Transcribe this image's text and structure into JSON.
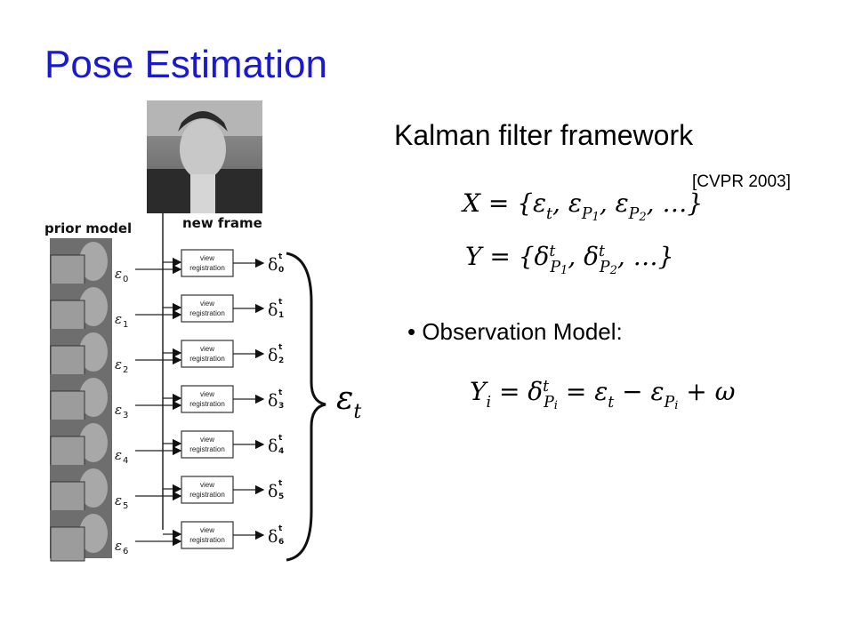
{
  "slide": {
    "title": "Pose Estimation",
    "subtitle": "Kalman filter framework",
    "citation": "[CVPR 2003]",
    "bullet": "• Observation Model:"
  },
  "diagram": {
    "new_frame_label": "new frame",
    "prior_model_label": "prior model",
    "box_line1": "view",
    "box_line2": "registration",
    "epsilon_symbol": "ε",
    "delta_symbol": "δ",
    "delta_superscript": "t",
    "indices": [
      "0",
      "1",
      "2",
      "3",
      "4",
      "5",
      "6"
    ]
  },
  "equations": {
    "state": "X = {εt, εP1, εP2, …}",
    "observation": "Y = {δtP1, δtP2, …}",
    "model": "Yi = δtPi = εt − εPi + ω",
    "brace_label": "εt"
  }
}
